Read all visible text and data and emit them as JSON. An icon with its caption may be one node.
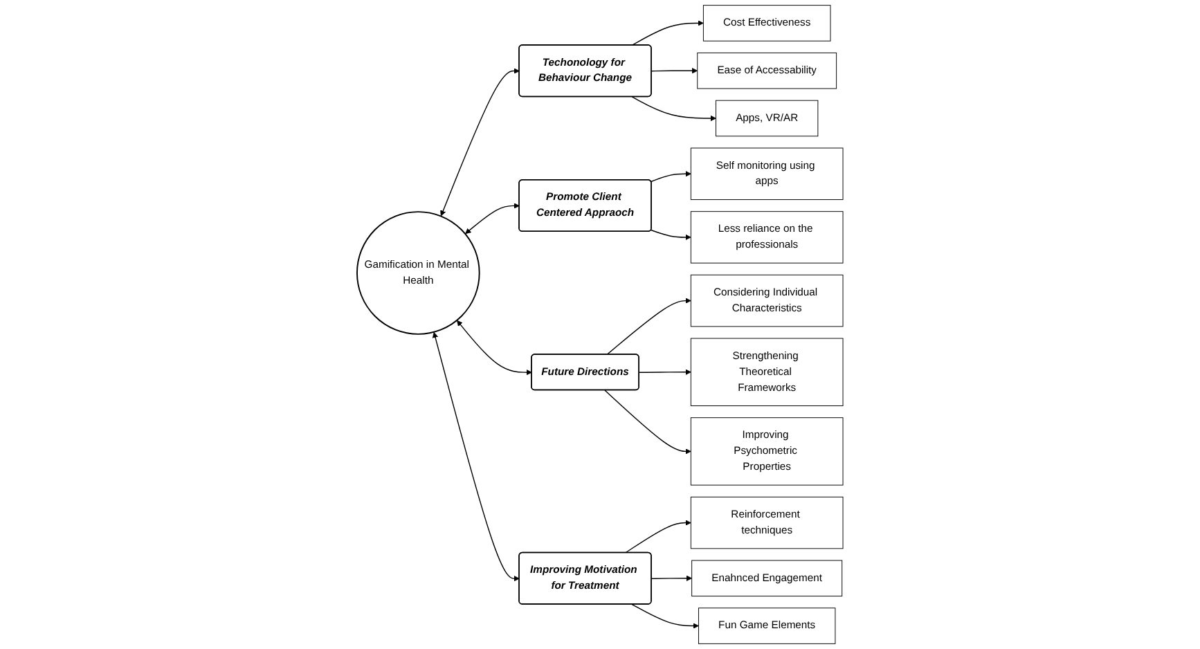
{
  "diagram": {
    "nodes": [
      {
        "text": [
          "Gamification in Mental Health"
        ]
      },
      {
        "text": [
          "Techonology for Behaviour Change"
        ]
      },
      {
        "text": [
          "Cost Effectiveness"
        ]
      },
      {
        "text": [
          "Ease of Accessability"
        ]
      },
      {
        "text": [
          "Apps, VR/AR"
        ]
      },
      {
        "text": [
          "Promote Client Centered Appraoch"
        ]
      },
      {
        "text": [
          "Self monitoring using apps"
        ]
      },
      {
        "text": [
          "Less reliance on the professionals"
        ]
      },
      {
        "text": [
          "Future Directions"
        ]
      },
      {
        "text": [
          "Considering Individual Characteristics"
        ]
      },
      {
        "text": [
          "Strengthening Theoretical Frameworks"
        ]
      },
      {
        "text": [
          "Improving Psychometric Properties"
        ]
      },
      {
        "text": [
          "Improving Motivation for Treatment"
        ]
      },
      {
        "text": [
          "Reinforcement techniques"
        ]
      },
      {
        "text": [
          "Enahnced Engagement"
        ]
      },
      {
        "text": [
          "Fun Game Elements"
        ]
      }
    ],
    "edges": [
      {
        "from": 0,
        "to": 1,
        "arrow": "both"
      },
      {
        "from": 0,
        "to": 5,
        "arrow": "both"
      },
      {
        "from": 0,
        "to": 8,
        "arrow": "both"
      },
      {
        "from": 0,
        "to": 12,
        "arrow": "both"
      },
      {
        "from": 1,
        "to": 2,
        "arrow": "to"
      },
      {
        "from": 1,
        "to": 3,
        "arrow": "to"
      },
      {
        "from": 1,
        "to": 4,
        "arrow": "to"
      },
      {
        "from": 5,
        "to": 6,
        "arrow": "to"
      },
      {
        "from": 5,
        "to": 7,
        "arrow": "to"
      },
      {
        "from": 8,
        "to": 9,
        "arrow": "to"
      },
      {
        "from": 8,
        "to": 10,
        "arrow": "to"
      },
      {
        "from": 8,
        "to": 11,
        "arrow": "to"
      },
      {
        "from": 12,
        "to": 13,
        "arrow": "to"
      },
      {
        "from": 12,
        "to": 14,
        "arrow": "to"
      },
      {
        "from": 12,
        "to": 15,
        "arrow": "to"
      }
    ]
  }
}
